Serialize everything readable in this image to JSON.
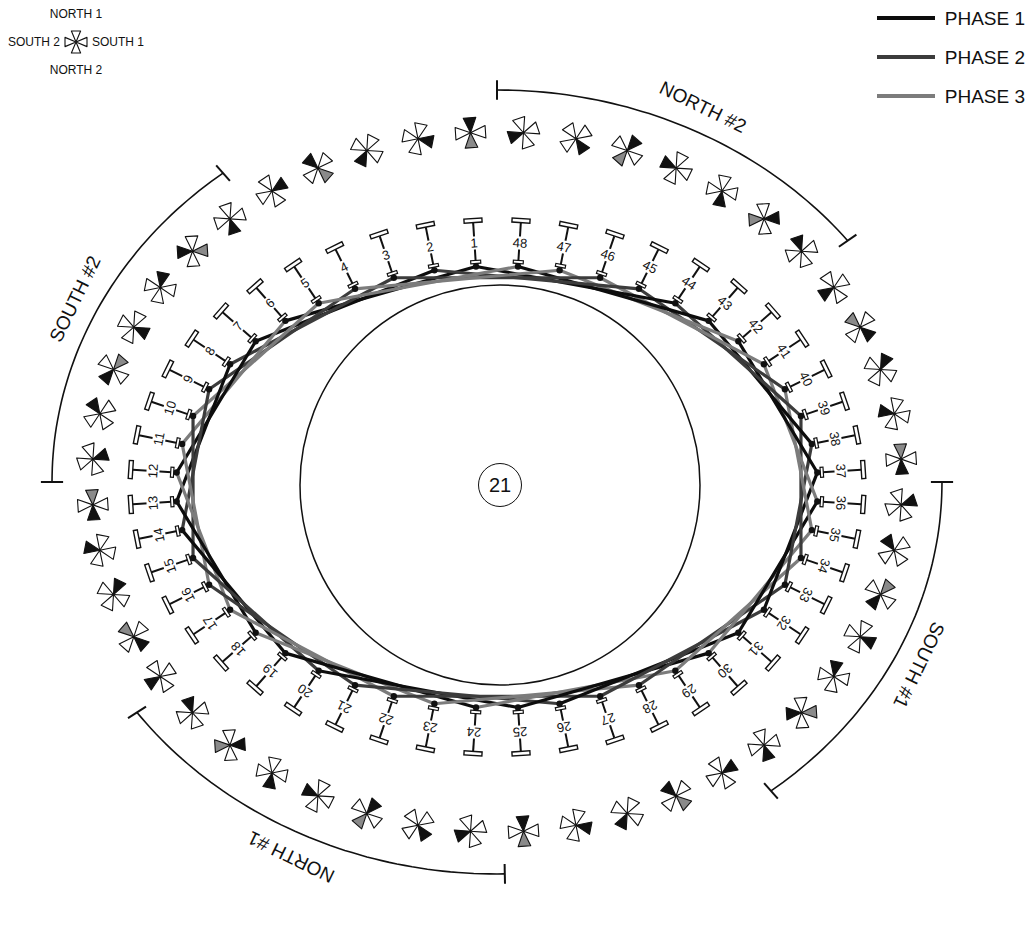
{
  "diagram": {
    "nodes": [
      {
        "text": [
          "21"
        ]
      }
    ],
    "labels": [
      "NORTH 1",
      "SOUTH 2",
      "SOUTH 1",
      "NORTH 2",
      "NORTH #2",
      "SOUTH #2",
      "SOUTH #1",
      "NORTH #1",
      "1",
      "2",
      "3",
      "4",
      "5",
      "6",
      "7",
      "8",
      "9",
      "10",
      "11",
      "12",
      "13",
      "14",
      "15",
      "16",
      "17",
      "18",
      "19",
      "20",
      "21",
      "22",
      "23",
      "24",
      "25",
      "26",
      "27",
      "28",
      "29",
      "30",
      "31",
      "32",
      "33",
      "34",
      "35",
      "36",
      "37",
      "38",
      "39",
      "40",
      "41",
      "42",
      "43",
      "44",
      "45",
      "46",
      "47",
      "48"
    ],
    "legend": [
      {
        "text": "PHASE 1"
      },
      {
        "text": "PHASE 2"
      },
      {
        "text": "PHASE 3"
      }
    ]
  }
}
